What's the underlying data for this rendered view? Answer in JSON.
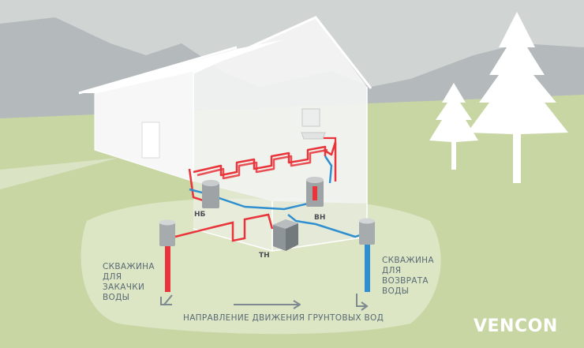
{
  "labels": {
    "injection_well": [
      "СКВАЖИНА",
      "ДЛЯ",
      "ЗАКАЧКИ",
      "ВОДЫ"
    ],
    "return_well": [
      "СКВАЖИНА",
      "ДЛЯ",
      "ВОЗВРАТА",
      "ВОДЫ"
    ],
    "flow_direction": "НАПРАВЛЕНИЕ ДВИЖЕНИЯ ГРУНТОВЫХ ВОД",
    "buffer_tank": "НБ",
    "water_heater": "ВН",
    "heat_pump": "ТН"
  },
  "brand": {
    "logo_text": "VENCON"
  },
  "colors": {
    "sky": "#ced2d2",
    "mountain": "#b3b9ba",
    "grass": "#c9d7a6",
    "ground_patch": "#dde6c6",
    "house_wall": "#ffffff",
    "hot_pipe": "#e8343a",
    "cold_pipe": "#2f8fd0",
    "label_text": "#5a6b75",
    "logo_accent": "#8ec63f"
  }
}
